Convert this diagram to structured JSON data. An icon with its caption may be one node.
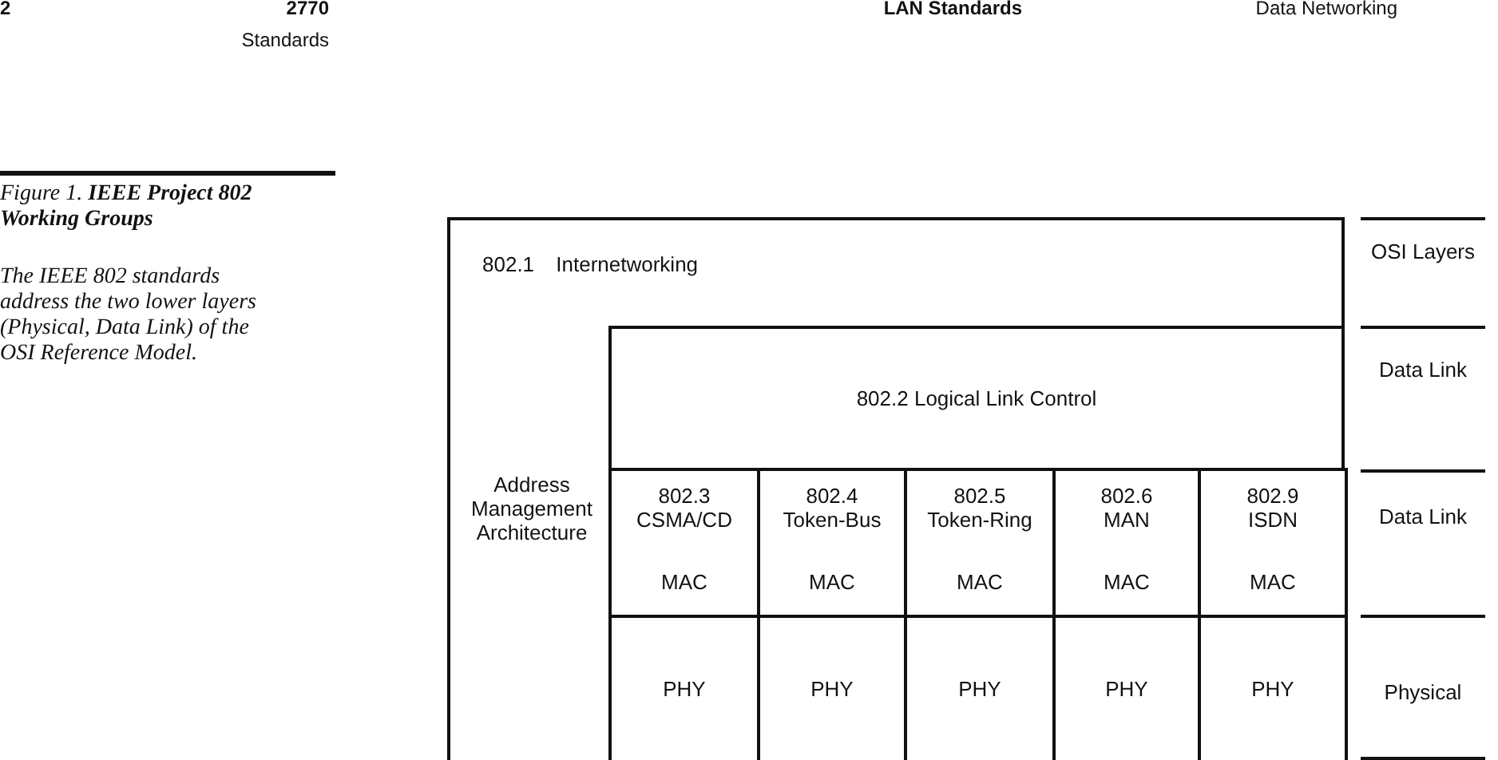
{
  "diagram": {
    "title": "Figure 1. **IEEE Project 802 Working Groups**",
    "caption": "The IEEE 802 standards address the two lower layers (Physical, Data Link) of the OSI Reference Model.",
    "nodes": [
      {
        "text": [
          "802.1 Internetworking",
          "Address Management Architecture"
        ]
      },
      {
        "text": [
          "802.2 Logical Link Control"
        ],
        "in": 0
      },
      {
        "text": [
          "802.3 CSMA/CD",
          "MAC"
        ],
        "in": 0
      },
      {
        "text": [
          "802.4 Token-Bus",
          "MAC"
        ],
        "in": 0
      },
      {
        "text": [
          "802.5 Token-Ring",
          "MAC"
        ],
        "in": 0
      },
      {
        "text": [
          "802.6 MAN",
          "MAC"
        ],
        "in": 0
      },
      {
        "text": [
          "802.9 ISDN",
          "MAC"
        ],
        "in": 0
      },
      {
        "text": [
          "PHY"
        ],
        "in": 0
      },
      {
        "text": [
          "PHY"
        ],
        "in": 0
      },
      {
        "text": [
          "PHY"
        ],
        "in": 0
      },
      {
        "text": [
          "PHY"
        ],
        "in": 0
      },
      {
        "text": [
          "PHY"
        ],
        "in": 0
      }
    ],
    "edges": [],
    "labels": [
      "2",
      "2770",
      "Standards",
      "LAN Standards",
      "Data Networking",
      "OSI Layers",
      "Data Link",
      "Data Link",
      "Physical"
    ]
  }
}
